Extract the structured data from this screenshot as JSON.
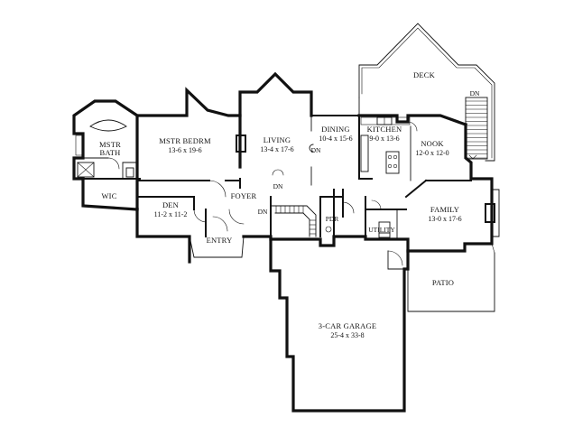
{
  "rooms": [
    {
      "id": "deck",
      "name": "DECK",
      "dims": ""
    },
    {
      "id": "master-bath",
      "name": "MSTR\nBATH",
      "dims": ""
    },
    {
      "id": "master-bedroom",
      "name": "MSTR BEDRM",
      "dims": "13-6 x 19-6"
    },
    {
      "id": "living",
      "name": "LIVING",
      "dims": "13-4 x 17-6"
    },
    {
      "id": "dining",
      "name": "DINING",
      "dims": "10-4 x 15-6"
    },
    {
      "id": "kitchen",
      "name": "KITCHEN",
      "dims": "9-0 x 13-6"
    },
    {
      "id": "nook",
      "name": "NOOK",
      "dims": "12-0 x 12-0"
    },
    {
      "id": "wic",
      "name": "WIC",
      "dims": ""
    },
    {
      "id": "den",
      "name": "DEN",
      "dims": "11-2 x 11-2"
    },
    {
      "id": "foyer",
      "name": "FOYER",
      "dims": ""
    },
    {
      "id": "entry",
      "name": "ENTRY",
      "dims": ""
    },
    {
      "id": "pdr",
      "name": "PDR",
      "dims": ""
    },
    {
      "id": "utility",
      "name": "UTILITY",
      "dims": ""
    },
    {
      "id": "family",
      "name": "FAMILY",
      "dims": "13-0 x 17-6"
    },
    {
      "id": "patio",
      "name": "PATIO",
      "dims": ""
    },
    {
      "id": "garage",
      "name": "3-CAR GARAGE",
      "dims": "25-4 x 33-8"
    }
  ],
  "stair_marks": {
    "deck_dn": "DN",
    "dining_dn": "DN",
    "hall_dn": "DN",
    "foyer_dn": "DN"
  }
}
